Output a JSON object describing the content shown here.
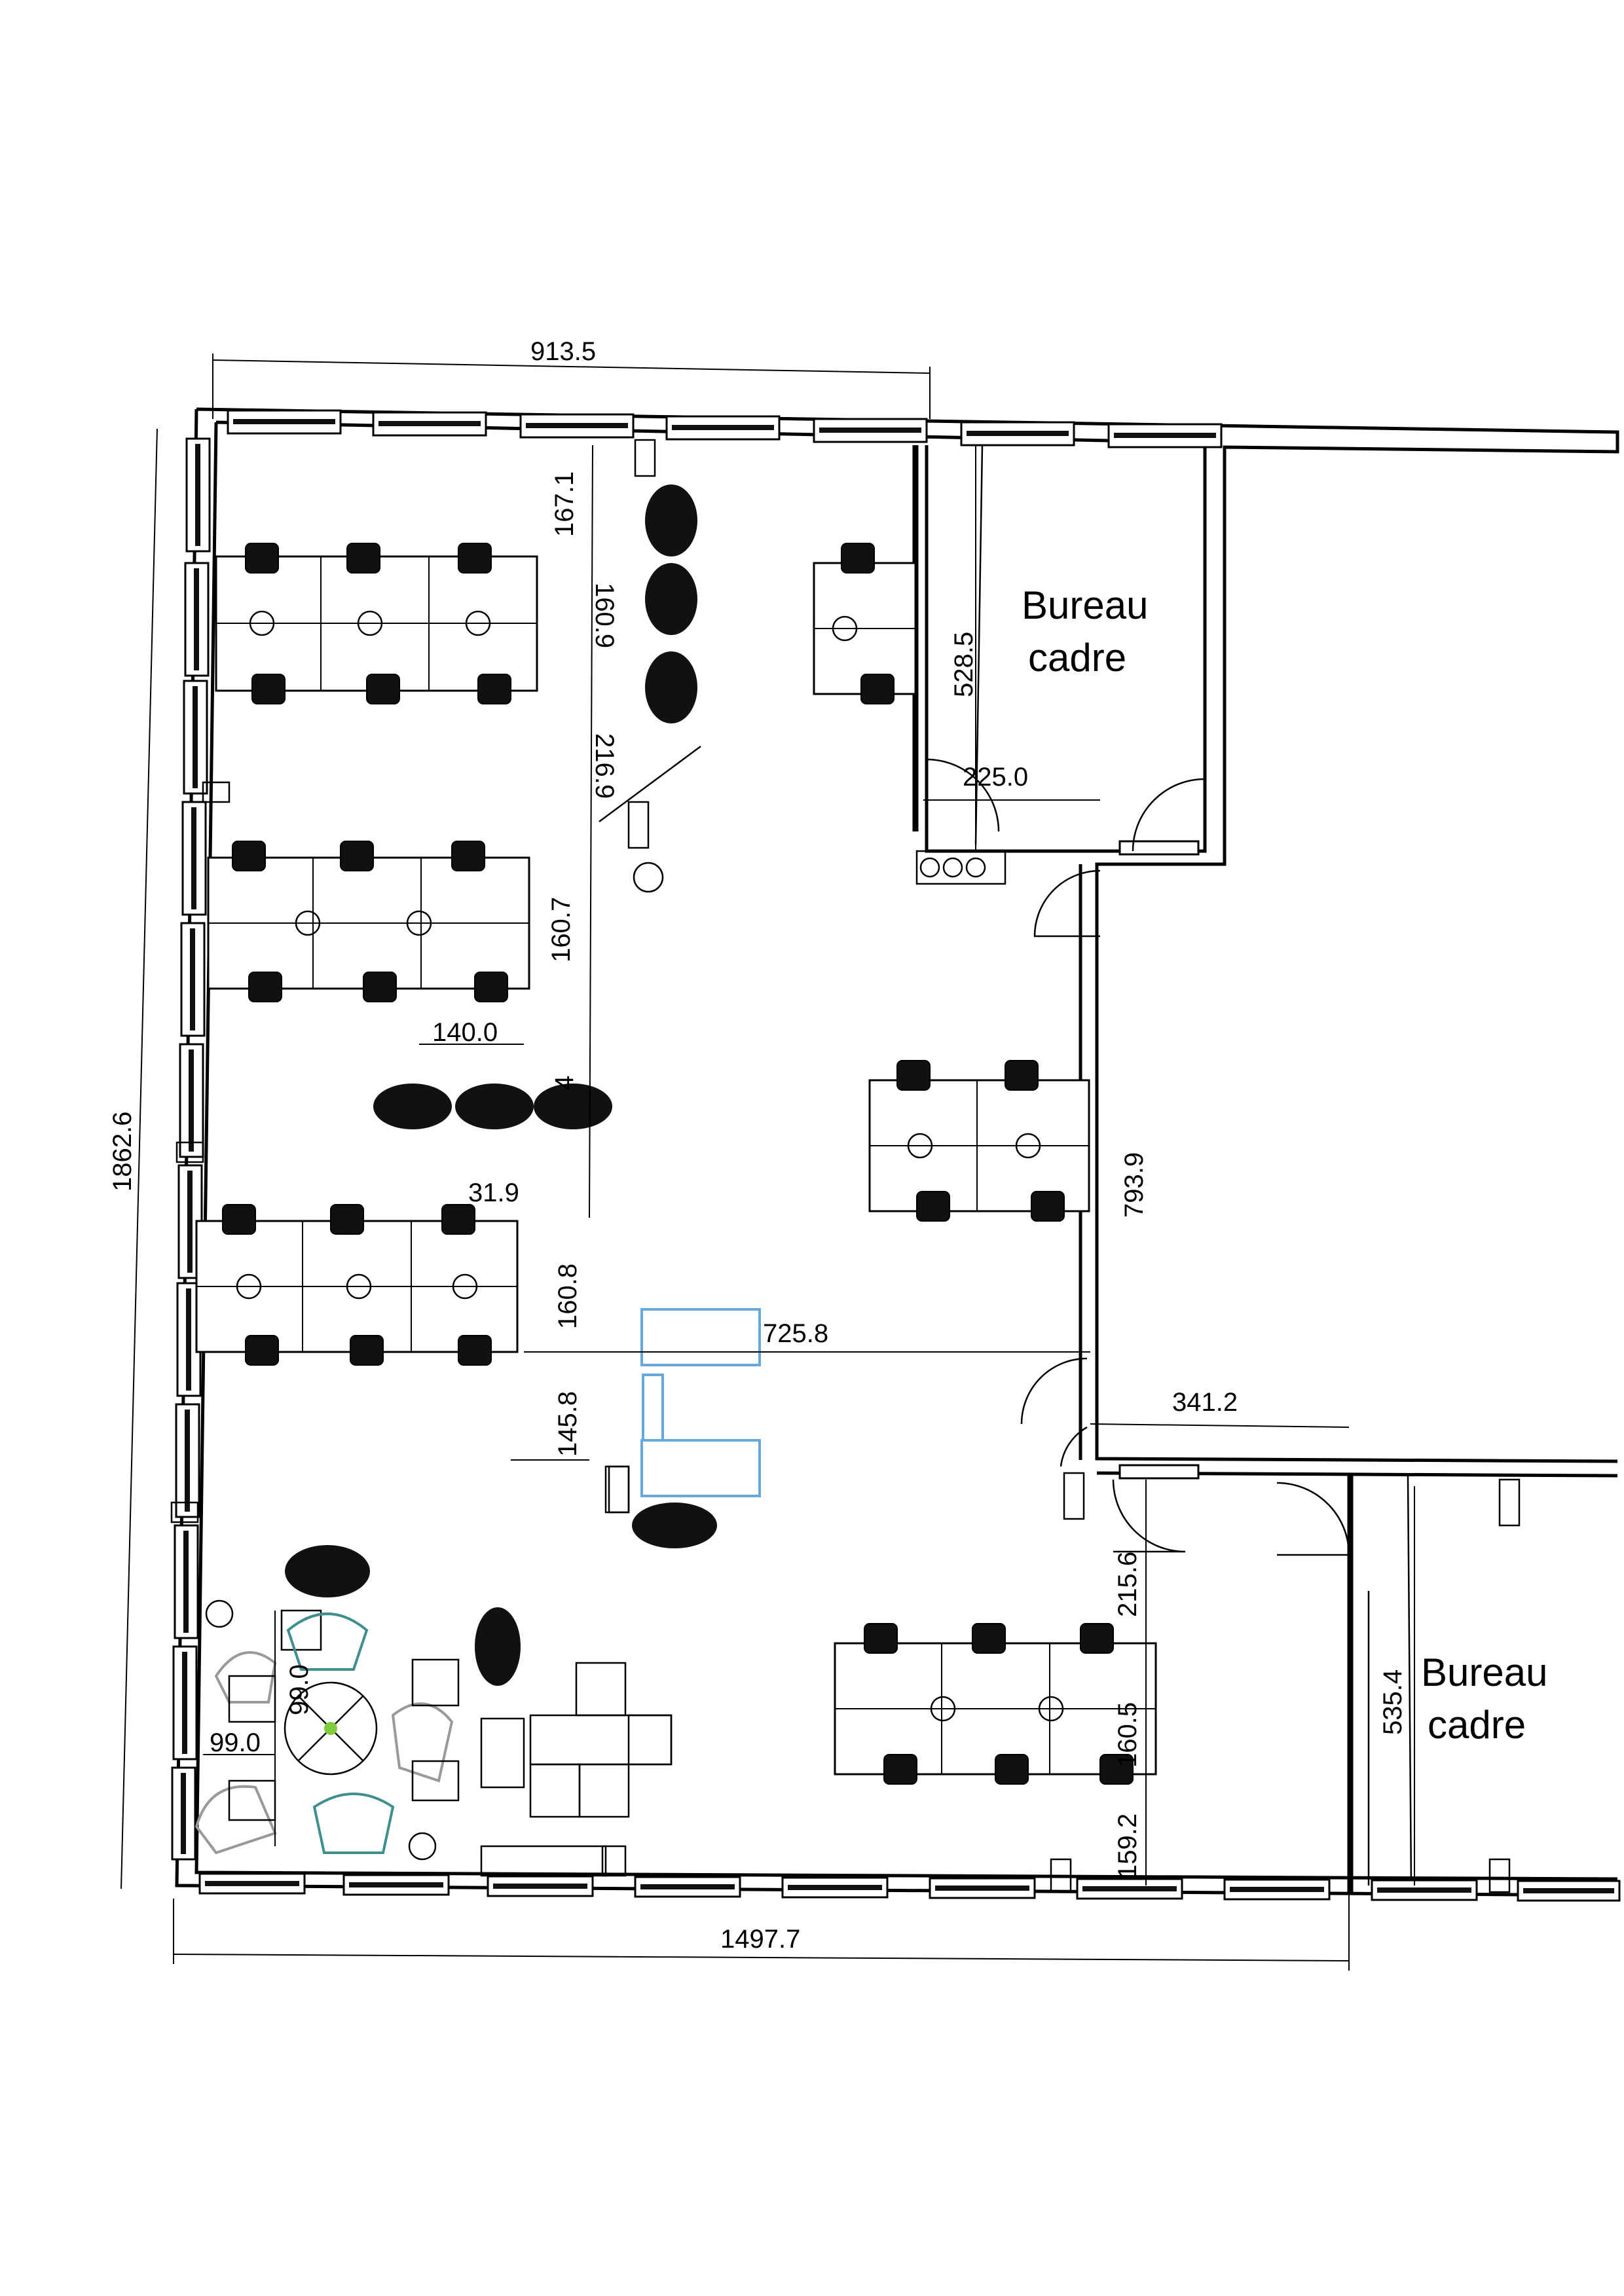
{
  "rooms": {
    "office_top": {
      "line1": "Bureau",
      "line2": "cadre"
    },
    "office_bottom": {
      "line1": "Bureau",
      "line2": "cadre"
    }
  },
  "dimensions": {
    "top_width": "913.5",
    "left_height": "1862.6",
    "bottom_width": "1497.7",
    "d_167_1": "167.1",
    "d_160_9": "160.9",
    "d_216_9": "216.9",
    "d_160_7": "160.7",
    "d_140_0": "140.0",
    "d_4": "4",
    "d_31_9": "31.9",
    "d_160_8": "160.8",
    "d_725_8": "725.8",
    "d_145_8": "145.8",
    "d_528_5": "528.5",
    "d_225_0": "225.0",
    "d_793_9": "793.9",
    "d_341_2": "341.2",
    "d_215_6": "215.6",
    "d_160_5": "160.5",
    "d_159_2": "159.2",
    "d_535_4": "535.4",
    "d_99_0_h": "99.0",
    "d_99_0_v": "99.0"
  },
  "colors": {
    "line": "#000000",
    "lounge_teal": "#3f8f8f",
    "sofa_blue": "#66aadd"
  }
}
